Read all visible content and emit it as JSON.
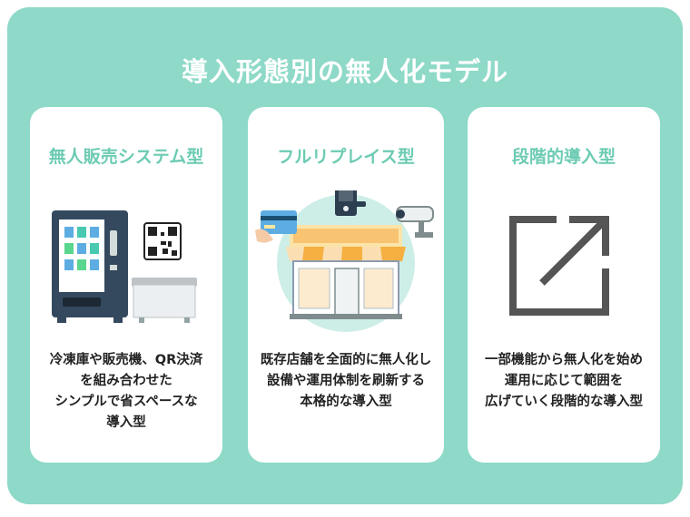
{
  "title": "導入形態別の無人化モデル",
  "colors": {
    "panel": "#8ed9c8",
    "card": "#ffffff",
    "card_title": "#6ccbb3",
    "text": "#222222"
  },
  "cards": [
    {
      "title": "無人販売システム型",
      "description": [
        "冷凍庫や販売機、QR決済",
        "を組み合わせた",
        "シンプルで省スペースな",
        "導入型"
      ],
      "icons": [
        "vending-machine-icon",
        "qr-code-icon",
        "freezer-icon"
      ]
    },
    {
      "title": "フルリプレイス型",
      "description": [
        "既存店舗を全面的に無人化し",
        "設備や運用体制を刷新する",
        "本格的な導入型"
      ],
      "icons": [
        "store-icon",
        "credit-card-icon",
        "door-lock-icon",
        "security-camera-icon"
      ]
    },
    {
      "title": "段階的導入型",
      "description": [
        "一部機能から無人化を始め",
        "運用に応じて範囲を",
        "広げていく段階的な導入型"
      ],
      "icons": [
        "external-link-arrow-icon"
      ]
    }
  ]
}
